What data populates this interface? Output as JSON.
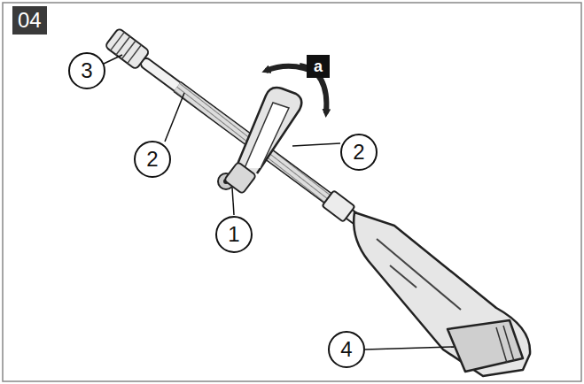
{
  "diagram": {
    "labels": [
      "04",
      "a",
      "3",
      "2",
      "2",
      "1",
      "4"
    ]
  }
}
